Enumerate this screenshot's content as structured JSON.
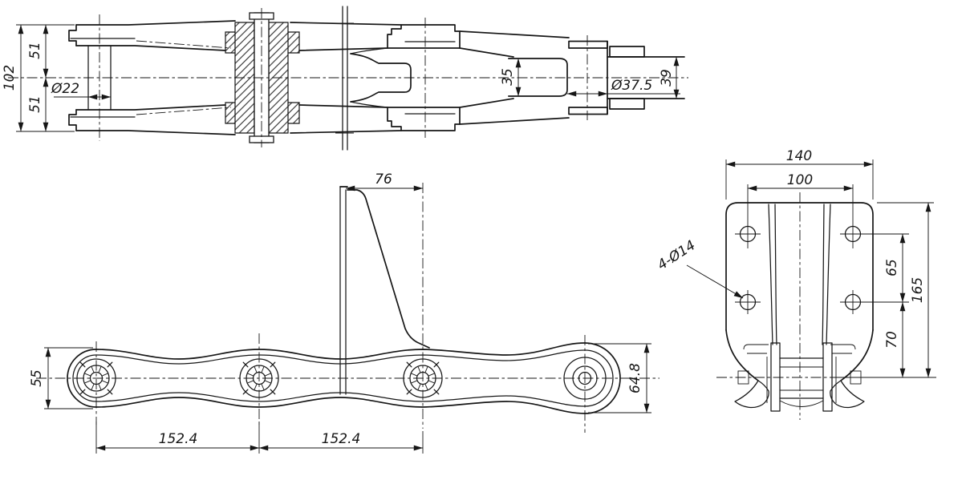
{
  "drawing": {
    "kind": "engineering-drawing",
    "description": "Conveyor chain link with welded attachment plate, three orthographic views",
    "line_color": "#161616",
    "background_color": "#ffffff"
  },
  "side_view": {
    "name": "side sectional view",
    "dims": {
      "overall_height": "102",
      "upper_half": "51",
      "lower_half": "51",
      "pin_diameter": "Ø22",
      "bore_length": "35",
      "bush_diameter": "Ø37.5",
      "barrel_diameter": "39"
    }
  },
  "plan_view": {
    "name": "plan view of chain",
    "dims": {
      "attachment_width": "76",
      "bar_width": "55",
      "head_width": "64.8",
      "pitch_1": "152.4",
      "pitch_2": "152.4"
    }
  },
  "end_view": {
    "name": "end view of attachment",
    "dims": {
      "plate_width": "140",
      "hole_spacing_h": "100",
      "holes_callout": "4-Ø14",
      "hole_spacing_v": "65",
      "plate_height": "165",
      "hole_to_axis": "70"
    }
  }
}
